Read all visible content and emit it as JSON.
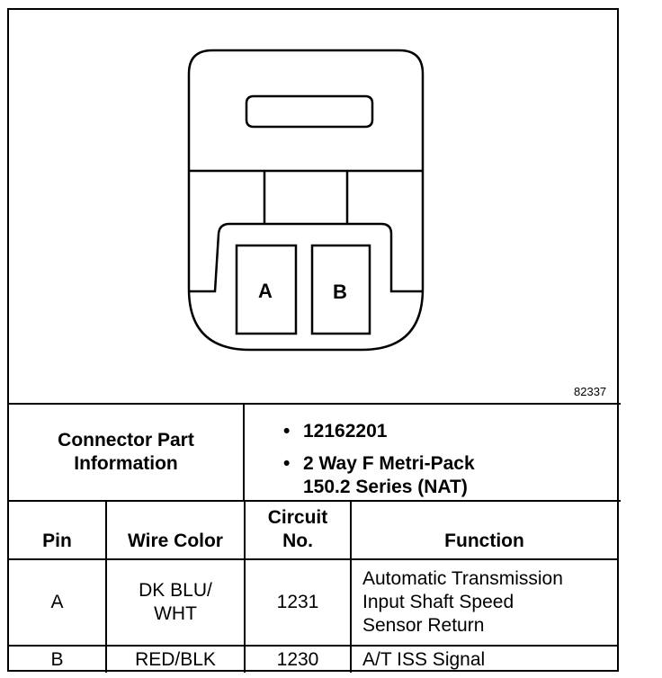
{
  "diagram": {
    "pin_labels": [
      "A",
      "B"
    ],
    "figure_number": "82337"
  },
  "connector_info": {
    "label": "Connector Part Information",
    "items": [
      "12162201",
      "2 Way F Metri-Pack",
      "150.2 Series (NAT)"
    ]
  },
  "table": {
    "headers": [
      "Pin",
      "Wire Color",
      "Circuit No.",
      "Function"
    ],
    "rows": [
      {
        "pin": "A",
        "wire_color": "DK BLU/ WHT",
        "circuit": "1231",
        "function": [
          "Automatic Transmission",
          "Input Shaft Speed",
          "Sensor Return"
        ]
      },
      {
        "pin": "B",
        "wire_color": "RED/BLK",
        "circuit": "1230",
        "function": [
          "A/T ISS Signal"
        ]
      }
    ]
  }
}
